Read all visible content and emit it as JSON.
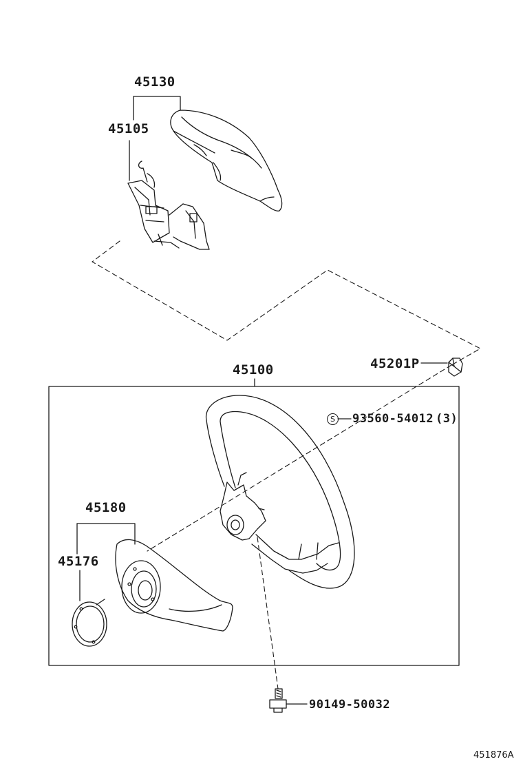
{
  "parts": {
    "horn_pad_assy": "45130",
    "horn_button_base": "45105",
    "steering_wheel_assy": "45100",
    "nut": "45201P",
    "clip": {
      "code": "93560-54012",
      "qty": "(3)",
      "symbol": "S"
    },
    "cover_assy": "45180",
    "cover_sub": "45176",
    "bolt": "90149-50032"
  },
  "reference": "451876A",
  "colors": {
    "line": "#1a1a1a",
    "background": "#ffffff"
  }
}
